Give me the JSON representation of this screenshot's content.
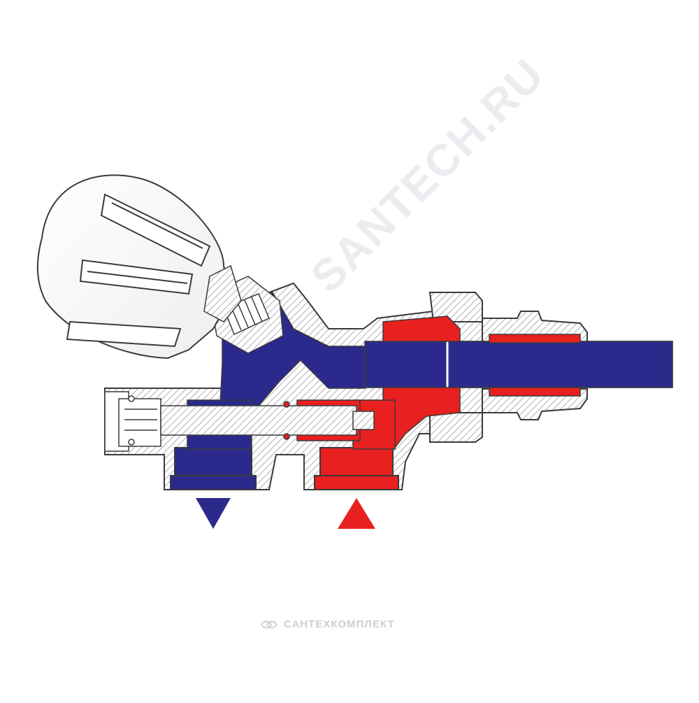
{
  "watermark": {
    "main_text": "SANTECH.RU",
    "bottom_text": "САНТЕХКОМПЛЕКТ",
    "logo_icon": "santehkomplekt-logo-icon"
  },
  "colors": {
    "cold_flow": "#2b2a8c",
    "hot_flow": "#e82020",
    "outline": "#3a3a3a",
    "hatch": "#9a9a9a",
    "background": "#ffffff"
  },
  "arrows": [
    {
      "name": "return-flow-arrow",
      "direction": "down",
      "color": "#2b2a8c"
    },
    {
      "name": "supply-flow-arrow",
      "direction": "up",
      "color": "#e82020"
    }
  ]
}
